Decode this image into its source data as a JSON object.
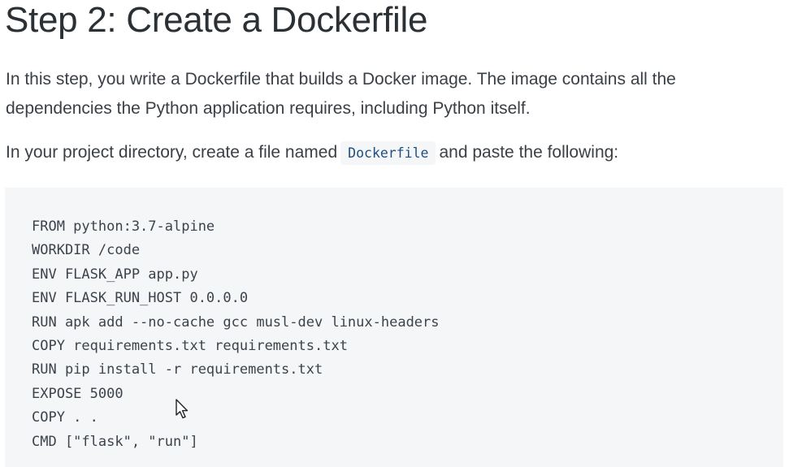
{
  "heading": "Step 2: Create a Dockerfile",
  "paragraphs": {
    "intro": "In this step, you write a Dockerfile that builds a Docker image. The image contains all the dependencies the Python application requires, including Python itself.",
    "intro_line1": "In this step, you write a Dockerfile that builds a Docker image. The image contains all the",
    "intro_line2": "dependencies the Python application requires, including Python itself.",
    "instruction_before": "In your project directory, create a file named",
    "instruction_code": "Dockerfile",
    "instruction_after": "and paste the following:"
  },
  "code_block": {
    "lines": [
      "FROM python:3.7-alpine",
      "WORKDIR /code",
      "ENV FLASK_APP app.py",
      "ENV FLASK_RUN_HOST 0.0.0.0",
      "RUN apk add --no-cache gcc musl-dev linux-headers",
      "COPY requirements.txt requirements.txt",
      "RUN pip install -r requirements.txt",
      "EXPOSE 5000",
      "COPY . .",
      "CMD [\"flask\", \"run\"]"
    ]
  },
  "colors": {
    "heading": "#2b3035",
    "body_text": "#3b4046",
    "code_background": "#f4f6f8",
    "inline_code_text": "#1e4f80"
  },
  "icons": {
    "cursor": "mouse-pointer-arrow"
  }
}
